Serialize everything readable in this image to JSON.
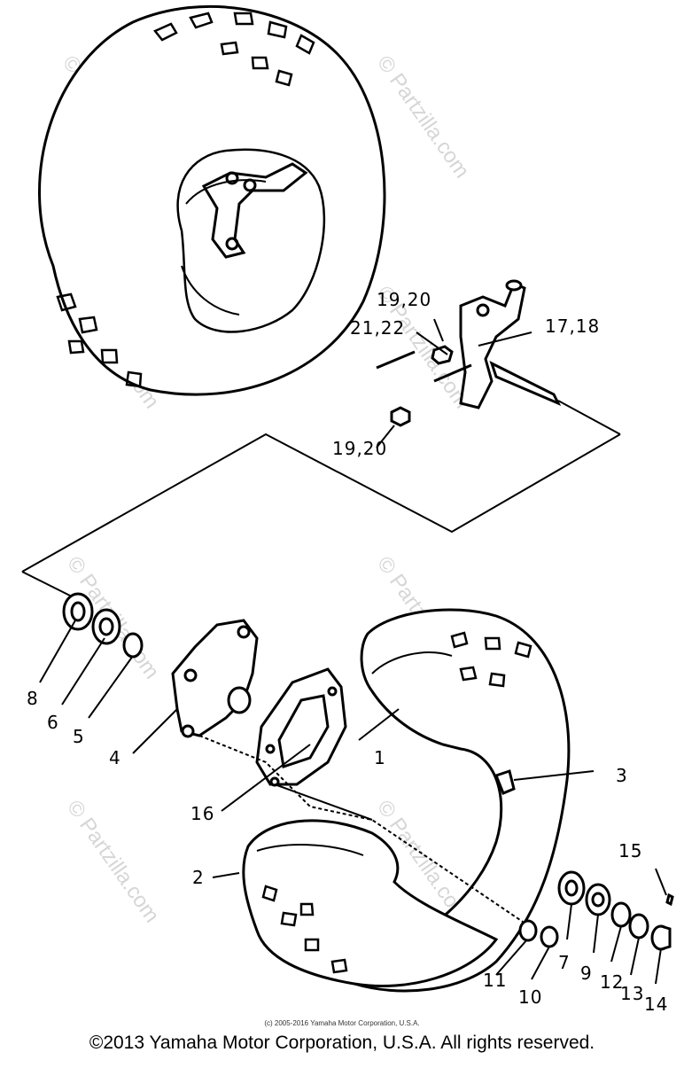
{
  "watermark": "© Partzilla.com",
  "callouts": {
    "c1": "1",
    "c2": "2",
    "c3": "3",
    "c4": "4",
    "c5": "5",
    "c6": "6",
    "c7": "7",
    "c8": "8",
    "c9": "9",
    "c10": "10",
    "c11": "11",
    "c12": "12",
    "c13": "13",
    "c14": "14",
    "c15": "15",
    "c16": "16",
    "c1718": "17,18",
    "c1920a": "19,20",
    "c1920b": "19,20",
    "c2122": "21,22"
  },
  "footer": {
    "small": "(c) 2005-2016 Yamaha Motor Corporation, U.S.A.",
    "large": "©2013 Yamaha Motor Corporation, U.S.A. All rights reserved."
  }
}
